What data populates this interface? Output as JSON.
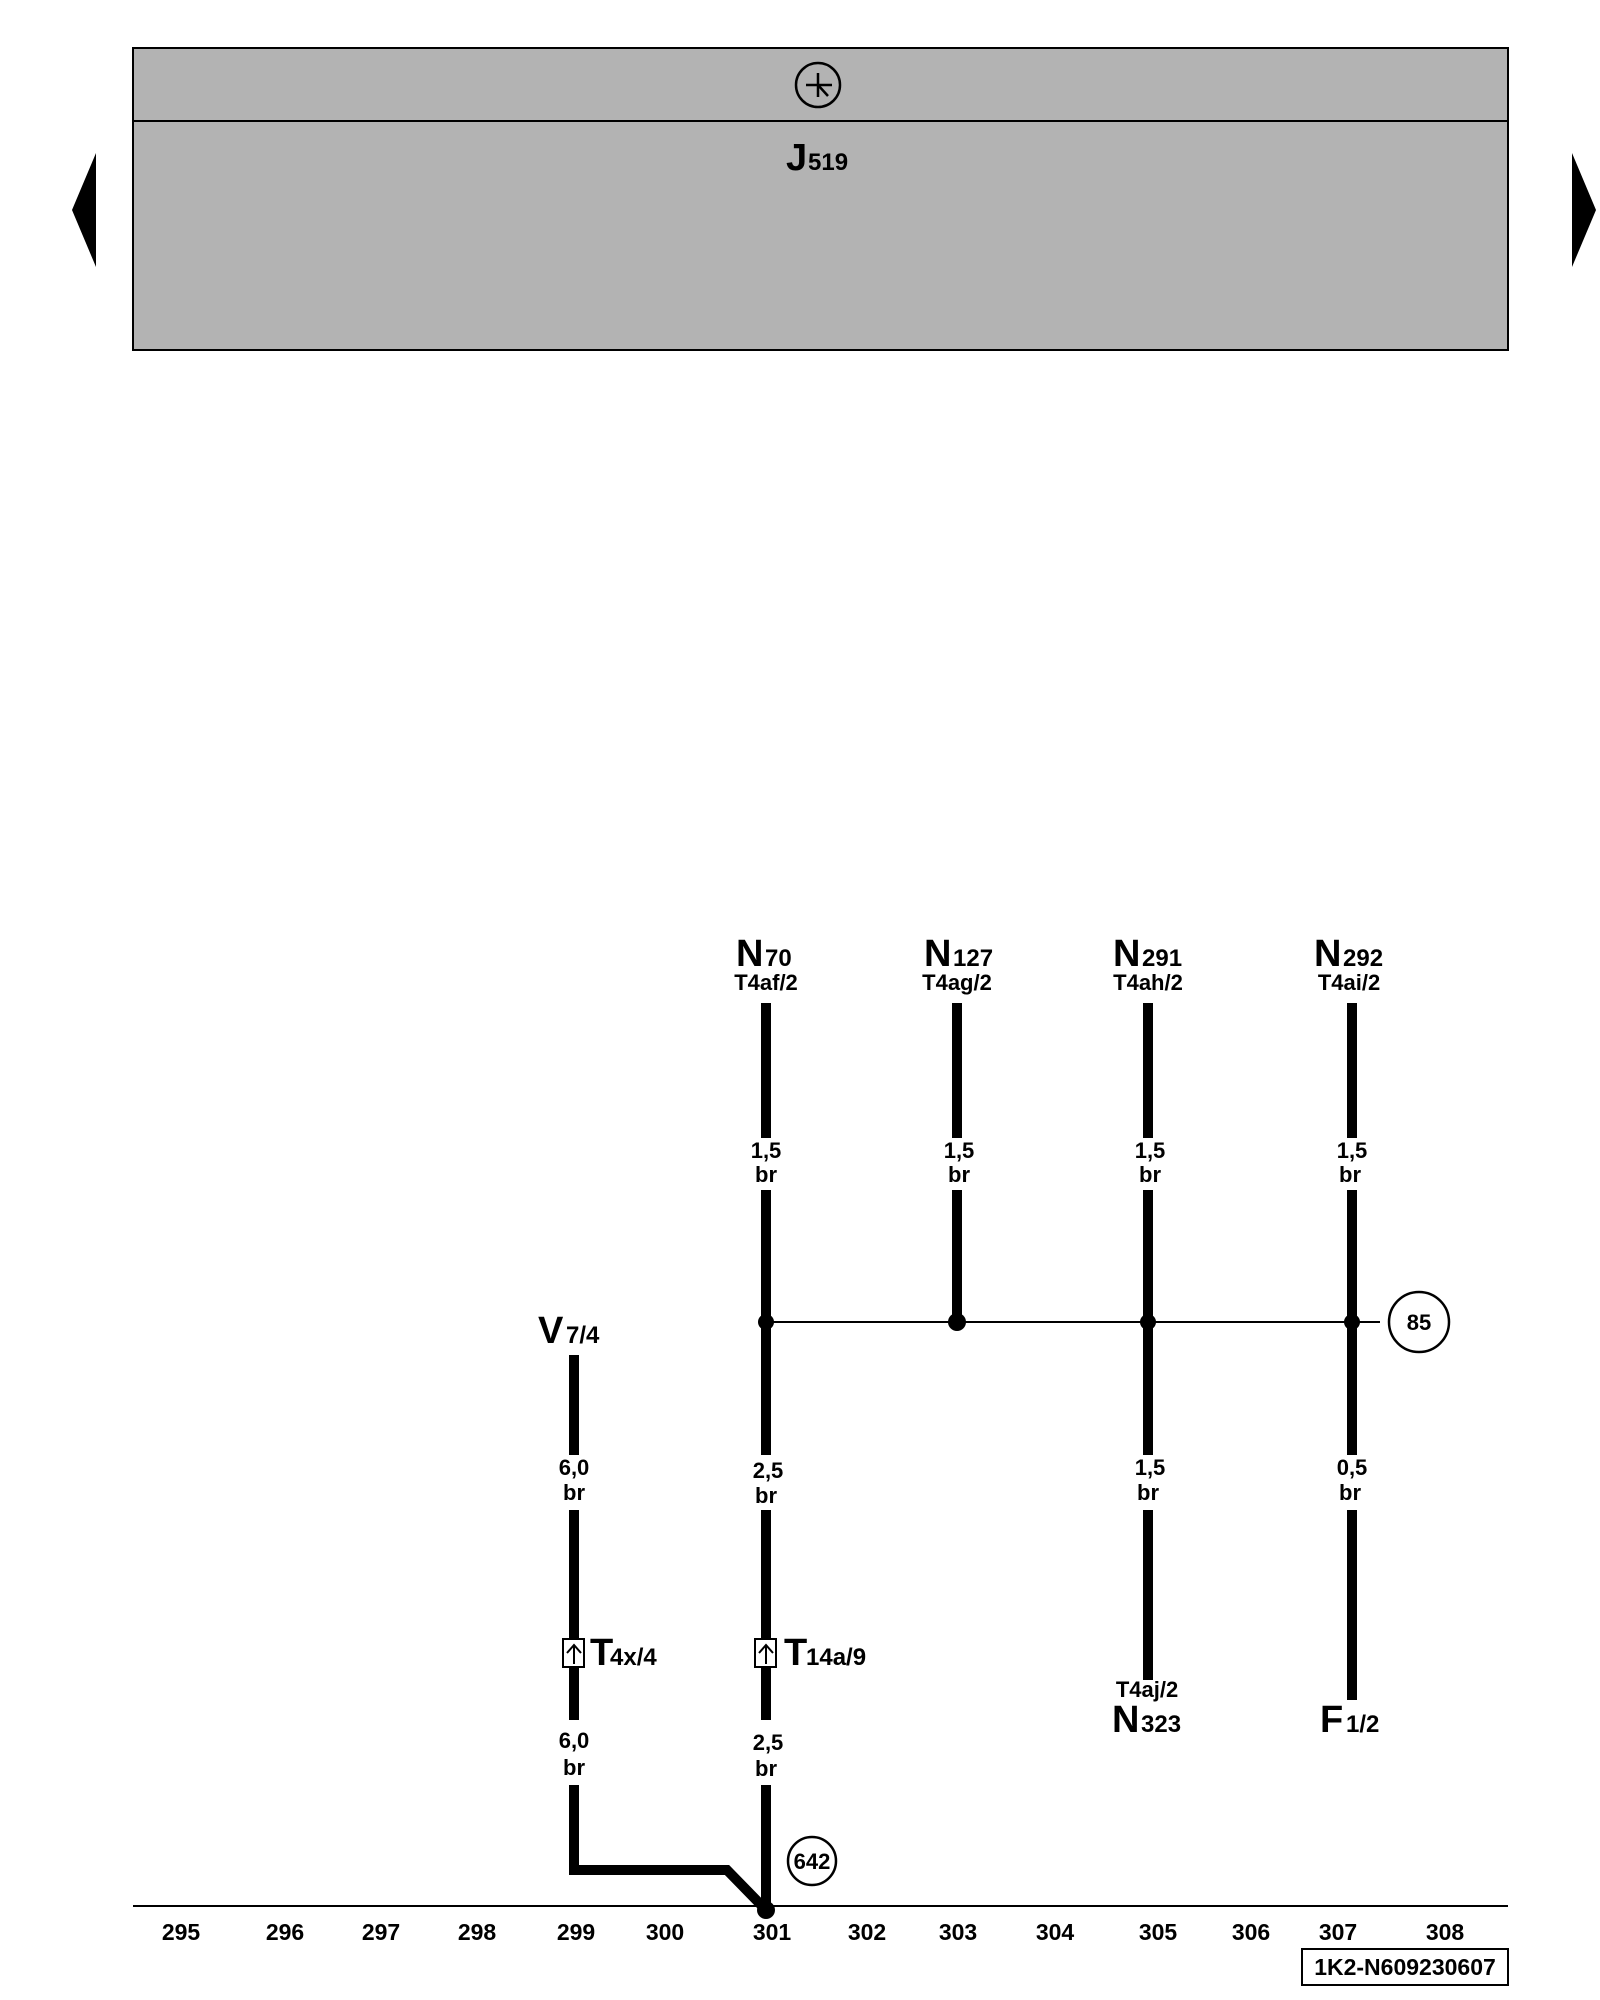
{
  "header": {
    "ground_symbol": "earth-ground-icon",
    "control_unit_label": "J",
    "control_unit_sub": "519"
  },
  "navigation": {
    "prev_icon": "triangle-left-icon",
    "next_icon": "triangle-right-icon"
  },
  "components": {
    "n70": {
      "letter": "N",
      "num": "70",
      "pin": "T4af/2"
    },
    "n127": {
      "letter": "N",
      "num": "127",
      "pin": "T4ag/2"
    },
    "n291": {
      "letter": "N",
      "num": "291",
      "pin": "T4ah/2"
    },
    "n292": {
      "letter": "N",
      "num": "292",
      "pin": "T4ai/2"
    },
    "v7": {
      "letter": "V",
      "num": "7/4"
    },
    "n323": {
      "letter": "N",
      "num": "323",
      "pin": "T4aj/2"
    },
    "f1": {
      "letter": "F",
      "num": "1/2"
    }
  },
  "connectors": {
    "t4x": {
      "letter": "T",
      "sub": "4x/4"
    },
    "t14a": {
      "letter": "T",
      "sub": "14a/9"
    }
  },
  "wires": {
    "n70_top": {
      "size": "1,5",
      "color": "br"
    },
    "n127_top": {
      "size": "1,5",
      "color": "br"
    },
    "n291_top": {
      "size": "1,5",
      "color": "br"
    },
    "n292_top": {
      "size": "1,5",
      "color": "br"
    },
    "v7_upper": {
      "size": "6,0",
      "color": "br"
    },
    "v7_lower": {
      "size": "6,0",
      "color": "br"
    },
    "n70_mid": {
      "size": "2,5",
      "color": "br"
    },
    "n70_low": {
      "size": "2,5",
      "color": "br"
    },
    "n323_wire": {
      "size": "1,5",
      "color": "br"
    },
    "f1_wire": {
      "size": "0,5",
      "color": "br"
    }
  },
  "references": {
    "ground_point": "85",
    "ground_connection": "642"
  },
  "track_numbers": [
    "295",
    "296",
    "297",
    "298",
    "299",
    "300",
    "301",
    "302",
    "303",
    "304",
    "305",
    "306",
    "307",
    "308"
  ],
  "diagram_code": "1K2-N609230607"
}
